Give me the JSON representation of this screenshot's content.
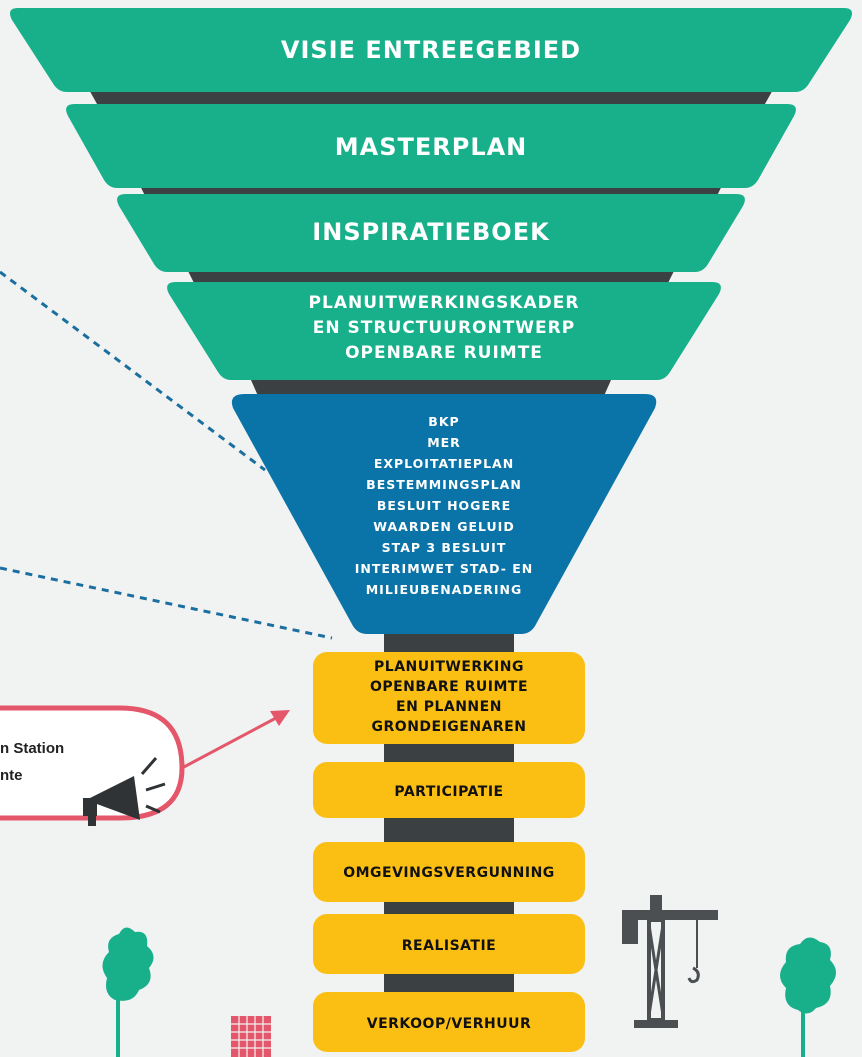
{
  "funnel": {
    "green_layers": [
      {
        "label": "VISIE ENTREEGEBIED"
      },
      {
        "label": "MASTERPLAN"
      },
      {
        "label": "INSPIRATIEBOEK"
      },
      {
        "lines": [
          "PLANUITWERKINGSKADER",
          "EN STRUCTUURONTWERP",
          "OPENBARE RUIMTE"
        ]
      }
    ],
    "blue_layer": {
      "lines": [
        "BKP",
        "MER",
        "EXPLOITATIEPLAN",
        "BESTEMMINGSPLAN",
        "BESLUIT HOGERE",
        "WAARDEN GELUID",
        "STAP 3 BESLUIT",
        "INTERIMWET STAD- EN",
        "MILIEUBENADERING"
      ]
    },
    "yellow_blocks": [
      {
        "lines": [
          "PLANUITWERKING",
          "OPENBARE RUIMTE",
          "EN PLANNEN",
          "GRONDEIGENAREN"
        ]
      },
      {
        "lines": [
          "PARTICIPATIE"
        ]
      },
      {
        "lines": [
          "OMGEVINGSVERGUNNING"
        ]
      },
      {
        "lines": [
          "REALISATIE"
        ]
      },
      {
        "lines": [
          "VERKOOP/VERHUUR"
        ]
      }
    ]
  },
  "callout": {
    "line1": "n Station",
    "line2": "nte"
  },
  "colors": {
    "green": "#17b08a",
    "dark": "#3b4043",
    "blue": "#0a74a8",
    "yellow": "#fbbf14",
    "callout_border": "#e4566a",
    "dotted": "#1b6fa0",
    "brick": "#e4566a",
    "background": "#f1f2f2"
  },
  "icons": [
    "megaphone-icon",
    "crane-icon",
    "tree-icon",
    "brick-building-icon"
  ]
}
